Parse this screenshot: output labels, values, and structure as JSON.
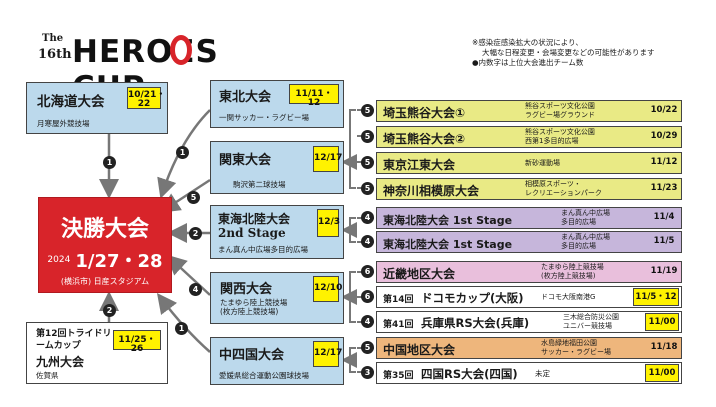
{
  "header": {
    "the": "The",
    "edition": "16th",
    "logo_text": "HEROES CUP",
    "notes": [
      "※感染症感染拡大の状況により、",
      "大幅な日程変更・会場変更などの可能性があります",
      "●内数字は上位大会進出チーム数"
    ]
  },
  "final": {
    "title": "決勝大会",
    "year": "2024",
    "date": "1/27・28",
    "venue": "(横浜市) 日産スタジアム"
  },
  "left": [
    {
      "name": "北海道大会",
      "date": "10/21・22",
      "venue": "月寒屋外競技場",
      "qualify": "1"
    },
    {
      "name": "第12回トライドリームカップ",
      "name2": "九州大会",
      "date": "11/25・26",
      "venue": "佐賀県",
      "qualify": "2"
    }
  ],
  "middle": [
    {
      "name": "東北大会",
      "date": "11/11・12",
      "venue": "一関サッカー・ラグビー場",
      "qualify": "1"
    },
    {
      "name": "関東大会",
      "date": "12/17",
      "venue": "駒沢第二球技場",
      "qualify": "5"
    },
    {
      "name": "東海北陸大会",
      "name2": "2nd Stage",
      "date": "12/3",
      "venue": "まん真ん中広場多目的広場",
      "qualify": "2"
    },
    {
      "name": "関西大会",
      "date": "12/10",
      "venue": "たまゆら陸上競技場\n(枚方陸上競技場)",
      "qualify": "4"
    },
    {
      "name": "中四国大会",
      "date": "12/17",
      "venue": "愛媛県総合運動公園球技場",
      "qualify": "1"
    }
  ],
  "right": [
    {
      "name": "埼玉熊谷大会①",
      "venue": "熊谷スポーツ文化公園\nラグビー場グラウンド",
      "date": "10/22",
      "qualify": "5"
    },
    {
      "name": "埼玉熊谷大会②",
      "venue": "熊谷スポーツ文化公園\n西第1多目的広場",
      "date": "10/29",
      "qualify": "5"
    },
    {
      "name": "東京江東大会",
      "venue": "新砂運動場",
      "date": "11/12",
      "qualify": "5"
    },
    {
      "name": "神奈川相模原大会",
      "venue": "相模原スポーツ・\nレクリエーションパーク",
      "date": "11/23",
      "qualify": "5"
    },
    {
      "name": "東海北陸大会 1st Stage",
      "venue": "まん真ん中広場\n多目的広場",
      "date": "11/4",
      "qualify": "4"
    },
    {
      "name": "東海北陸大会 1st Stage",
      "venue": "まん真ん中広場\n多目的広場",
      "date": "11/5",
      "qualify": "4"
    },
    {
      "name": "近畿地区大会",
      "venue": "たまゆら陸上競技場\n(枚方陸上競技場)",
      "date": "11/19",
      "qualify": "6"
    },
    {
      "name_prefix": "第14回",
      "name": "ドコモカップ(大阪)",
      "venue": "ドコモ大阪南港G",
      "date": "11/5・12",
      "qualify": "6"
    },
    {
      "name_prefix": "第41回",
      "name": "兵庫県RS大会(兵庫)",
      "venue": "三木総合防災公園\nユニバー競技場",
      "date": "11/00",
      "qualify": "4"
    },
    {
      "name": "中国地区大会",
      "venue": "水島緑地福田公園\nサッカー・ラグビー場",
      "date": "11/18",
      "qualify": "5"
    },
    {
      "name_prefix": "第35回",
      "name": "四国RS大会(四国)",
      "venue": "未定",
      "date": "11/00",
      "qualify": "3"
    }
  ],
  "colors": {
    "blue": "#bcd9ec",
    "yellow": "#e9ea85",
    "purple": "#c6b6db",
    "pink": "#e9bfdc",
    "orange": "#eeb67c",
    "final_red": "#d8242a",
    "date_yellow": "#fff200"
  }
}
